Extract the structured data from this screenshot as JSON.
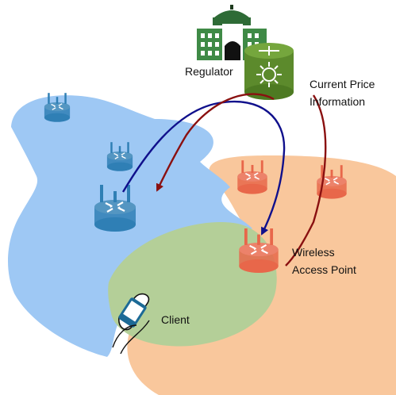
{
  "labels": {
    "regulator": "Regulator",
    "price_line1": "Current Price",
    "price_line2": "Information",
    "ap_line1": "Wireless",
    "ap_line2": "Access Point",
    "client": "Client"
  },
  "colors": {
    "blue_region": "#9ec8f4",
    "orange_region": "#f9c79c",
    "green_overlap": "#b4cf98",
    "blue_router": "#2f7fb5",
    "orange_router": "#e8674a",
    "green_router": "#5c8a2c",
    "blue_arrow": "#10108c",
    "red_arrow": "#8a1010"
  },
  "icons": [
    "regulator-building-icon",
    "central-router-icon",
    "wireless-router-icon",
    "handheld-client-icon"
  ]
}
